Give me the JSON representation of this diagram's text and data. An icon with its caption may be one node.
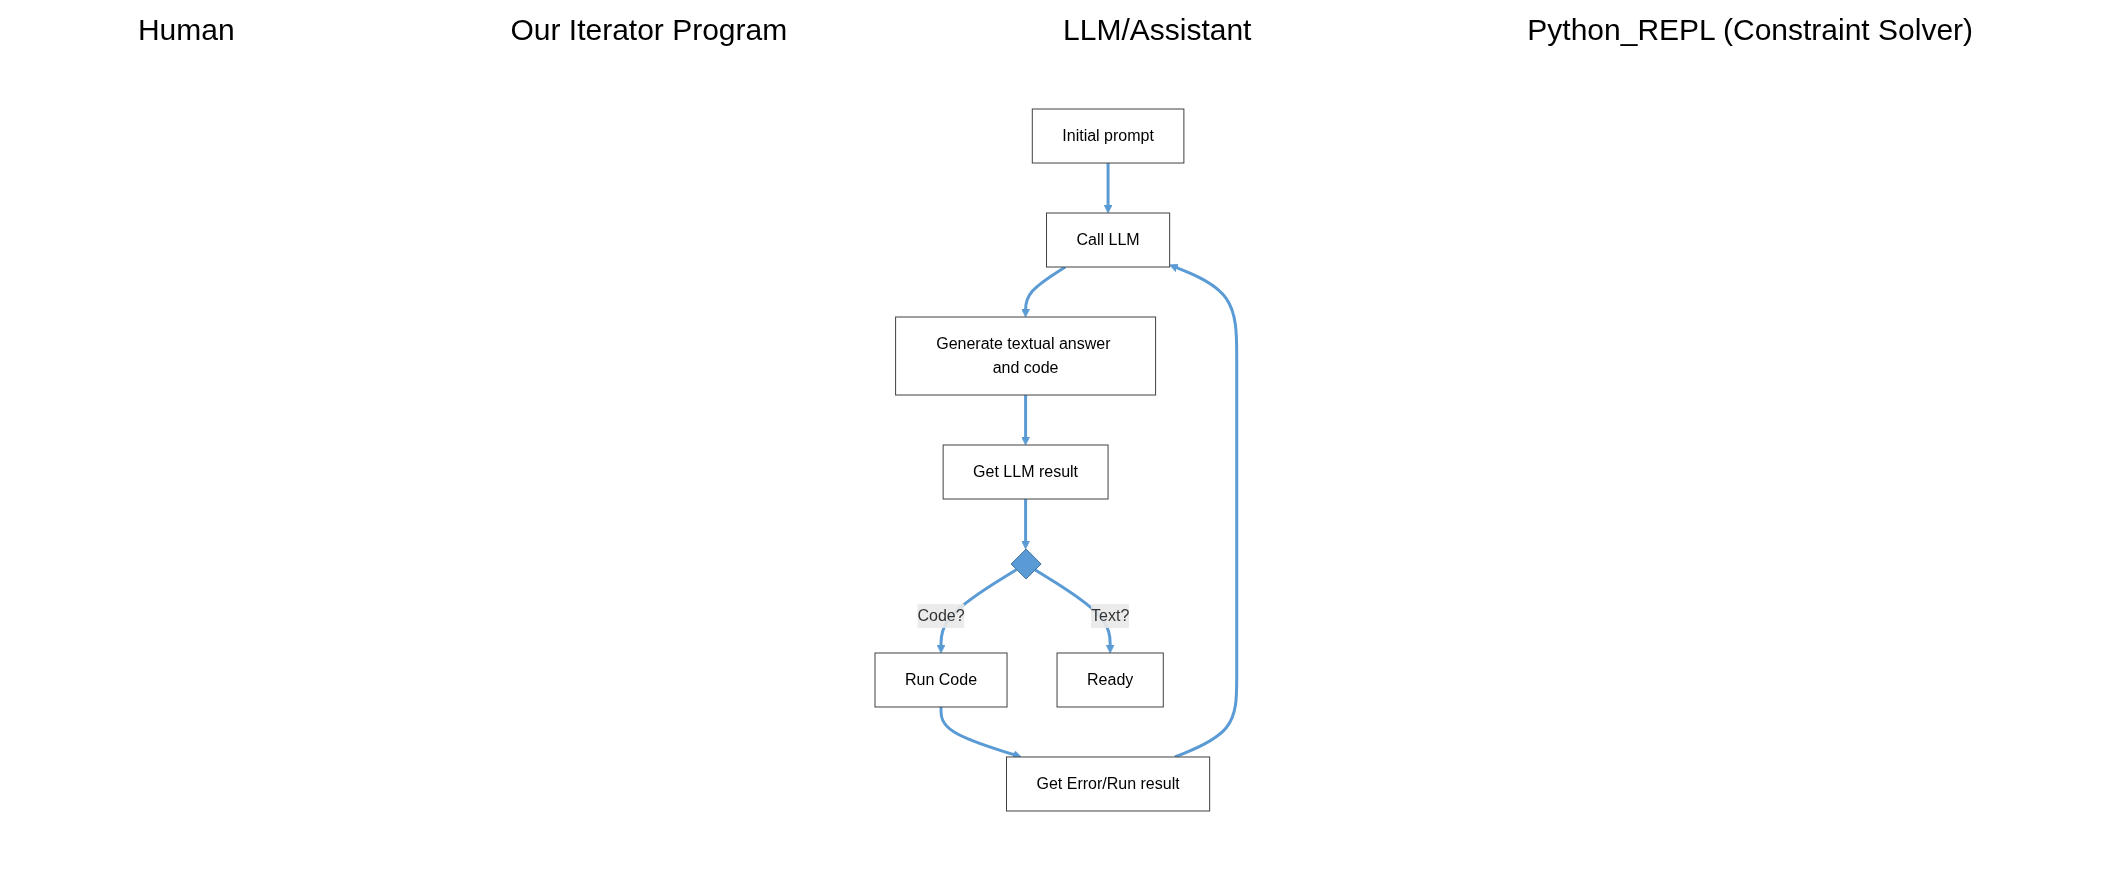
{
  "diagram": {
    "nodes": [
      {
        "text": [
          "Initial prompt"
        ]
      },
      {
        "text": [
          "Call LLM"
        ]
      },
      {
        "text": [
          "Generate textual answer and code"
        ]
      },
      {
        "text": [
          "Get LLM result"
        ]
      },
      {
        "text": [],
        "shape": "diamond"
      },
      {
        "text": [
          "Run Code"
        ]
      },
      {
        "text": [
          "Ready"
        ]
      },
      {
        "text": [
          "Get Error/Run result"
        ]
      }
    ],
    "edges": [
      {
        "from": 0,
        "to": 1,
        "arrow": "to"
      },
      {
        "from": 1,
        "to": 2,
        "arrow": "to"
      },
      {
        "from": 2,
        "to": 3,
        "arrow": "to"
      },
      {
        "from": 3,
        "to": 4,
        "arrow": "to"
      },
      {
        "from": 4,
        "to": 5,
        "arrow": "to",
        "label": "Code?"
      },
      {
        "from": 4,
        "to": 6,
        "arrow": "to",
        "label": "Text?"
      },
      {
        "from": 5,
        "to": 7,
        "arrow": "to"
      },
      {
        "from": 7,
        "to": 1,
        "arrow": "to"
      }
    ],
    "labels": [
      "Human",
      "Our Iterator Program",
      "LLM/Assistant",
      "Python_REPL (Constraint Solver)"
    ]
  }
}
